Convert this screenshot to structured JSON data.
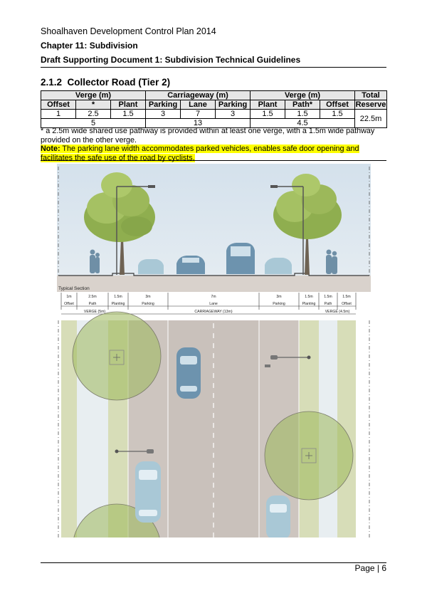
{
  "header": {
    "line1": "Shoalhaven Development Control Plan 2014",
    "line2": "Chapter 11: Subdivision",
    "line3": "Draft Supporting Document 1: Subdivision Technical Guidelines"
  },
  "section": {
    "number": "2.1.2",
    "title": "Collector Road (Tier 2)"
  },
  "table": {
    "group_headers": [
      "Verge (m)",
      "Carriageway (m)",
      "Verge (m)",
      "Total"
    ],
    "sub_headers": [
      "Offset",
      "*",
      "Plant",
      "Parking",
      "Lane",
      "Parking",
      "Plant",
      "Path*",
      "Offset",
      "Reserve"
    ],
    "row1": [
      "1",
      "2.5",
      "1.5",
      "3",
      "7",
      "3",
      "1.5",
      "1.5",
      "1.5",
      "22.5m"
    ],
    "row2": [
      "5",
      "13",
      "4.5"
    ]
  },
  "notes": {
    "footnote": "* a 2.5m wide shared use pathway is provided within at least one verge, with a 1.5m wide pathway provided on the other verge.",
    "note_label": "Note:",
    "note_text": "The parking lane width accommodates parked vehicles, enables safe door opening and facilitates the safe use of the road by cyclists."
  },
  "figure": {
    "section_label": "Typical Section",
    "dims": [
      "1m",
      "2.5m",
      "1.5m",
      "3m",
      "7m",
      "3m",
      "1.5m",
      "1.5m",
      "1.5m"
    ],
    "names": [
      "Offset",
      "Path",
      "Planting",
      "Parking",
      "Lane",
      "Parking",
      "Planting",
      "Path",
      "Offset"
    ],
    "verge_left": "VERGE (5m)",
    "carriageway": "CARRIAGEWAY (13m)",
    "verge_right": "VERGE (4.5m)"
  },
  "footer": {
    "page": "Page | 6"
  },
  "colors": {
    "highlight": "#ffff00",
    "sky": "#dde7ef",
    "ground": "#d9d2cc",
    "road": "#c9c1bb",
    "grass": "#d7ddb8",
    "path": "#e8eef1",
    "tree": "#9cb85a"
  }
}
